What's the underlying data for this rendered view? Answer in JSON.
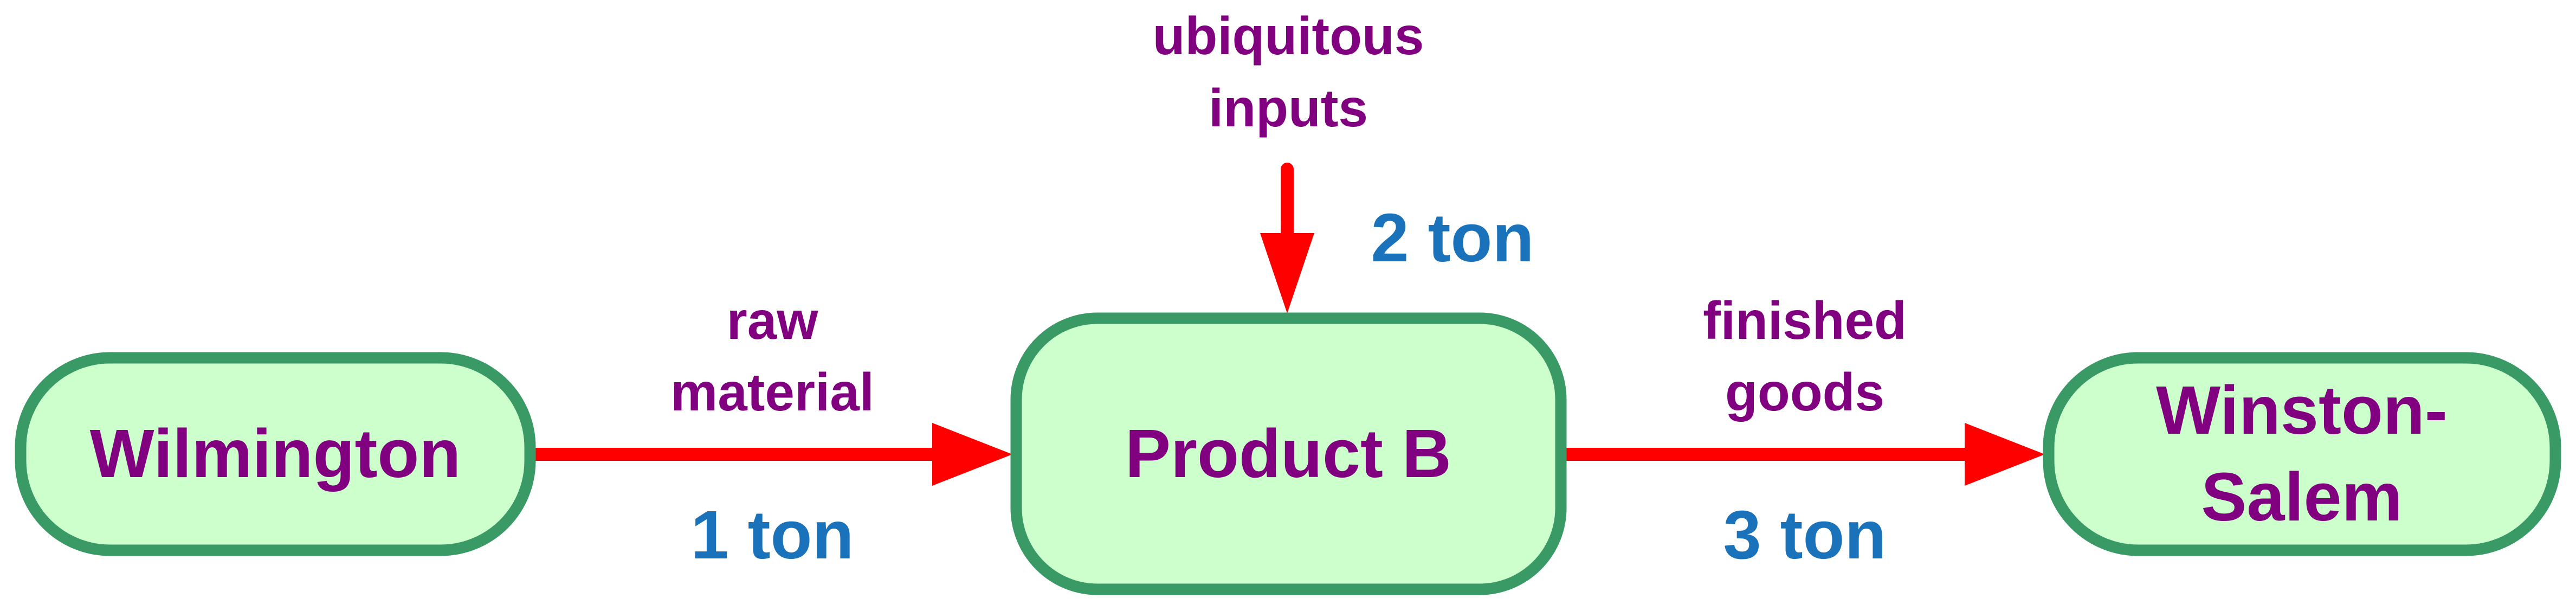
{
  "nodes": {
    "origin": {
      "label": "Wilmington"
    },
    "plant": {
      "label": "Product B"
    },
    "market": {
      "line1": "Winston-",
      "line2": "Salem"
    }
  },
  "flows": {
    "raw_material": {
      "line1": "raw",
      "line2": "material",
      "quantity": "1 ton"
    },
    "ubiquitous_inputs": {
      "line1": "ubiquitous",
      "line2": "inputs",
      "quantity": "2 ton"
    },
    "finished_goods": {
      "line1": "finished",
      "line2": "goods",
      "quantity": "3 ton"
    }
  },
  "colors": {
    "node_fill": "#ccffcc",
    "node_stroke": "#3a9a66",
    "node_text": "#800080",
    "flow_text": "#800080",
    "quantity_text": "#1a72bb",
    "arrow": "#ff0000"
  }
}
